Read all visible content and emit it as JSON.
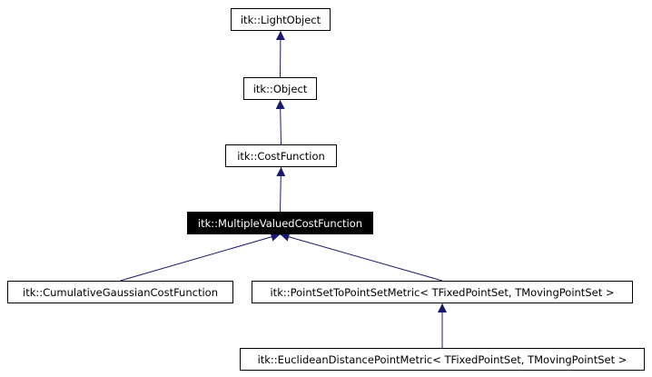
{
  "diagram": {
    "nodes": [
      {
        "id": "light_object",
        "label": "itk::LightObject",
        "highlighted": false
      },
      {
        "id": "object",
        "label": "itk::Object",
        "highlighted": false
      },
      {
        "id": "cost_function",
        "label": "itk::CostFunction",
        "highlighted": false
      },
      {
        "id": "multiple_valued_cost_function",
        "label": "itk::MultipleValuedCostFunction",
        "highlighted": true
      },
      {
        "id": "cumulative_gaussian_cost_function",
        "label": "itk::CumulativeGaussianCostFunction",
        "highlighted": false
      },
      {
        "id": "point_set_to_point_set_metric",
        "label": "itk::PointSetToPointSetMetric< TFixedPointSet, TMovingPointSet >",
        "highlighted": false
      },
      {
        "id": "euclidean_distance_point_metric",
        "label": "itk::EuclideanDistancePointMetric< TFixedPointSet, TMovingPointSet >",
        "highlighted": false
      }
    ],
    "edges": [
      {
        "from": "object",
        "to": "light_object"
      },
      {
        "from": "cost_function",
        "to": "object"
      },
      {
        "from": "multiple_valued_cost_function",
        "to": "cost_function"
      },
      {
        "from": "cumulative_gaussian_cost_function",
        "to": "multiple_valued_cost_function"
      },
      {
        "from": "point_set_to_point_set_metric",
        "to": "multiple_valued_cost_function"
      },
      {
        "from": "euclidean_distance_point_metric",
        "to": "point_set_to_point_set_metric"
      }
    ],
    "colors": {
      "edge": "#191970",
      "node_border": "#000000",
      "highlight_fill": "#000000",
      "highlight_text": "#ffffff"
    }
  }
}
